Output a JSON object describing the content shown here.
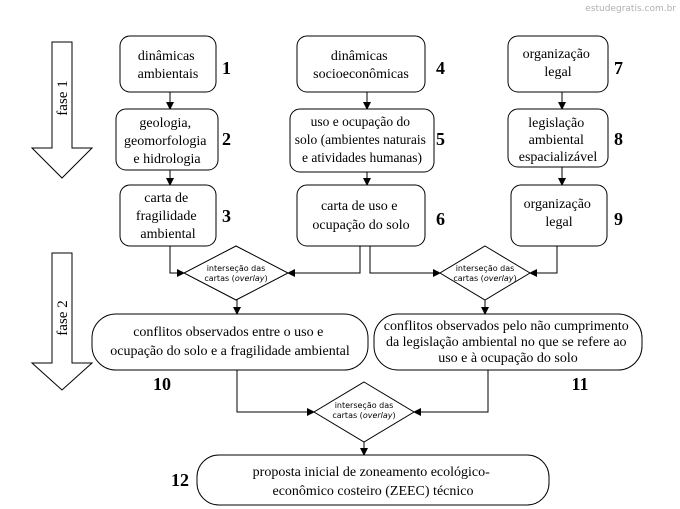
{
  "watermark": "estudegratis.com.br",
  "phases": {
    "phase1": "fase 1",
    "phase2": "fase 2"
  },
  "boxes": {
    "b1": {
      "lines": [
        "dinâmicas",
        "ambientais"
      ],
      "num": "1"
    },
    "b2": {
      "lines": [
        "geologia,",
        "geomorfologia",
        "e hidrologia"
      ],
      "num": "2"
    },
    "b3": {
      "lines": [
        "carta de",
        "fragilidade",
        "ambiental"
      ],
      "num": "3"
    },
    "b4": {
      "lines": [
        "dinâmicas",
        "socioeconômicas"
      ],
      "num": "4"
    },
    "b5": {
      "lines": [
        "uso e ocupação do",
        "solo (ambientes naturais",
        "e atividades humanas)"
      ],
      "num": "5"
    },
    "b6": {
      "lines": [
        "carta de uso e",
        "ocupação do solo"
      ],
      "num": "6"
    },
    "b7": {
      "lines": [
        "organização",
        "legal"
      ],
      "num": "7"
    },
    "b8": {
      "lines": [
        "legislação",
        "ambiental",
        "espacializável"
      ],
      "num": "8"
    },
    "b9": {
      "lines": [
        "organização",
        "legal"
      ],
      "num": "9"
    },
    "b10": {
      "lines": [
        "conflitos observados entre o uso e",
        "ocupação do solo e a fragilidade ambiental"
      ],
      "num": "10"
    },
    "b11": {
      "lines": [
        "conflitos observados pelo não cumprimento",
        "da legislação ambiental no que se refere ao",
        "uso e à ocupação do solo"
      ],
      "num": "11"
    },
    "b12": {
      "lines": [
        "proposta inicial de zoneamento ecológico-",
        "econômico costeiro (ZEEC) técnico"
      ],
      "num": "12"
    }
  },
  "diamonds": {
    "d1": {
      "line1": "interseção das",
      "line2_pre": "cartas (",
      "line2_em": "overlay",
      "line2_post": ")"
    },
    "d2": {
      "line1": "interseção das",
      "line2_pre": "cartas (",
      "line2_em": "overlay",
      "line2_post": ")"
    },
    "d3": {
      "line1": "interseção das",
      "line2_pre": "cartas (",
      "line2_em": "overlay",
      "line2_post": ")"
    }
  }
}
